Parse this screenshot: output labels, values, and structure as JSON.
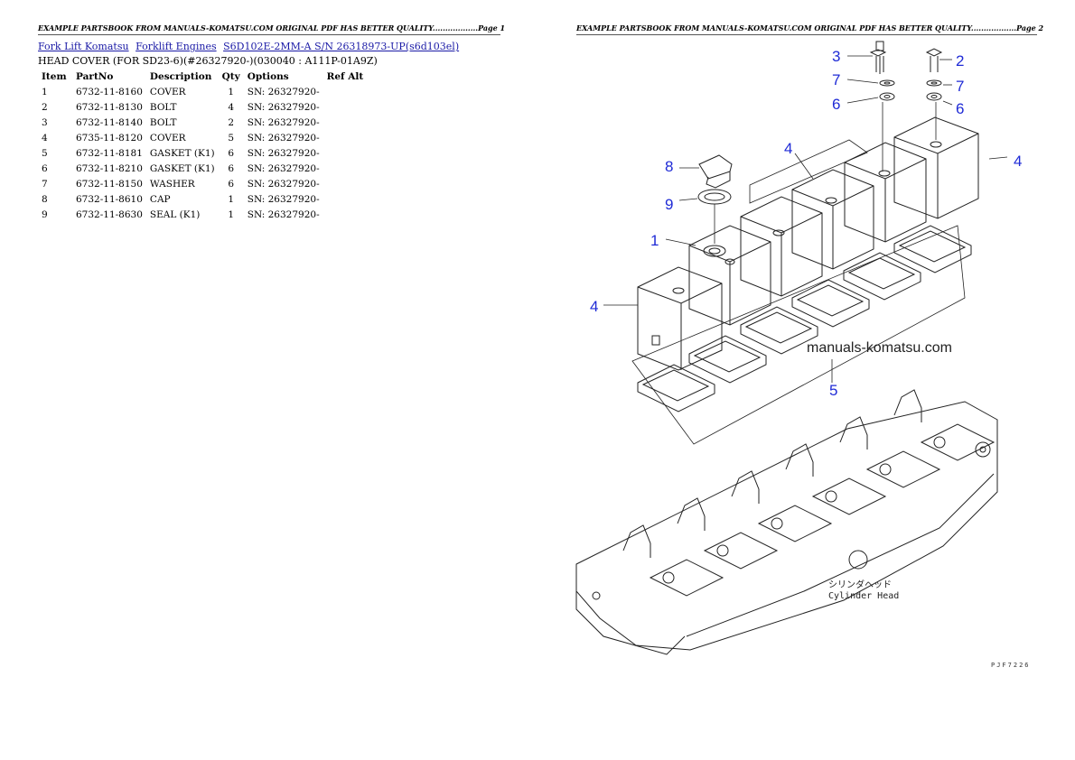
{
  "header": {
    "page1": "EXAMPLE PARTSBOOK FROM MANUALS-KOMATSU.COM ORIGINAL PDF HAS BETTER QUALITY..................Page 1",
    "page2": "EXAMPLE PARTSBOOK FROM MANUALS-KOMATSU.COM ORIGINAL PDF HAS BETTER QUALITY..................Page 2"
  },
  "breadcrumb": {
    "links": [
      "Fork Lift Komatsu",
      "Forklift Engines",
      "S6D102E-2MM-A S/N 26318973-UP(s6d103el)"
    ]
  },
  "subtitle": "HEAD COVER (FOR SD23-6)(#26327920-)(030040 : A111P-01A9Z)",
  "table": {
    "headers": [
      "Item",
      "PartNo",
      "Description",
      "Qty",
      "Options",
      "Ref Alt"
    ],
    "rows": [
      [
        "1",
        "6732-11-8160",
        "COVER",
        "1",
        "SN: 26327920-",
        ""
      ],
      [
        "2",
        "6732-11-8130",
        "BOLT",
        "4",
        "SN: 26327920-",
        ""
      ],
      [
        "3",
        "6732-11-8140",
        "BOLT",
        "2",
        "SN: 26327920-",
        ""
      ],
      [
        "4",
        "6735-11-8120",
        "COVER",
        "5",
        "SN: 26327920-",
        ""
      ],
      [
        "5",
        "6732-11-8181",
        "GASKET (K1)",
        "6",
        "SN: 26327920-",
        ""
      ],
      [
        "6",
        "6732-11-8210",
        "GASKET (K1)",
        "6",
        "SN: 26327920-",
        ""
      ],
      [
        "7",
        "6732-11-8150",
        "WASHER",
        "6",
        "SN: 26327920-",
        ""
      ],
      [
        "8",
        "6732-11-8610",
        "CAP",
        "1",
        "SN: 26327920-",
        ""
      ],
      [
        "9",
        "6732-11-8630",
        "SEAL (K1)",
        "1",
        "SN: 26327920-",
        ""
      ]
    ]
  },
  "diagram": {
    "callouts": [
      "3",
      "2",
      "7",
      "7",
      "6",
      "6",
      "4",
      "4",
      "8",
      "9",
      "1",
      "4",
      "5"
    ],
    "watermark": "manuals-komatsu.com",
    "cylinder_label_jp": "シリンダヘッド",
    "cylinder_label_en": "Cylinder Head",
    "drawing_no": "PJF7226",
    "callout_color": "#1f2bd6"
  }
}
